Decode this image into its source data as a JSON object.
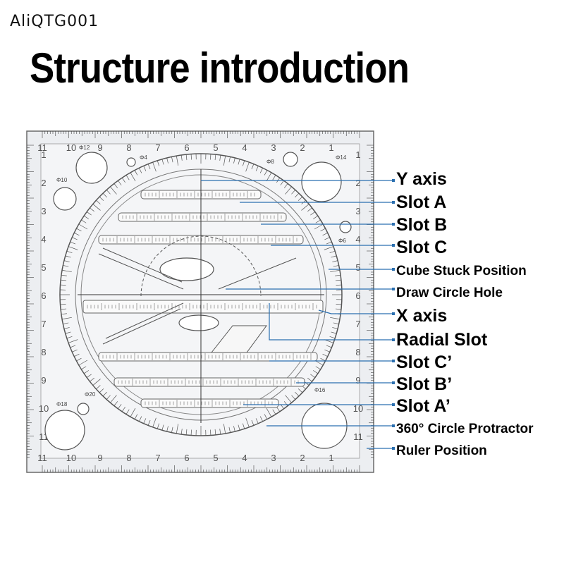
{
  "watermark": "AliQTG001",
  "title": "Structure introduction",
  "labels": [
    "Y axis",
    "Slot A",
    "Slot B",
    "Slot C",
    "Cube Stuck Position",
    "Draw Circle Hole",
    "X axis",
    "Radial Slot",
    "Slot C’",
    "Slot B’",
    "Slot A’",
    "360° Circle Protractor",
    "Ruler Position"
  ],
  "ruler": {
    "top_numbers": [
      "11",
      "10",
      "9",
      "8",
      "7",
      "6",
      "5",
      "4",
      "3",
      "2",
      "1"
    ],
    "side_numbers": [
      "1",
      "2",
      "3",
      "4",
      "5",
      "6",
      "7",
      "8",
      "9",
      "10",
      "11"
    ]
  },
  "hole_sizes": [
    "Φ12",
    "Φ4",
    "Φ8",
    "Φ14",
    "Φ10",
    "Φ6",
    "Φ18",
    "Φ16",
    "Φ20"
  ],
  "colors": {
    "leader": "#2a6fb0",
    "ruler_bg": "#e9ebee",
    "ink": "#555555"
  }
}
